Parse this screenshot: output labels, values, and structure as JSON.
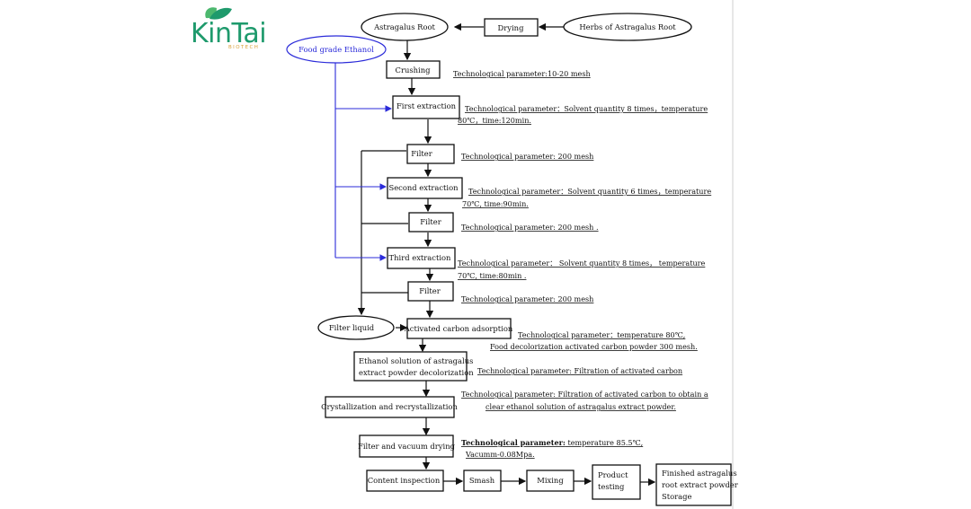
{
  "logo": {
    "brand": "KinTai",
    "sub": "BIOTECH"
  },
  "nodes": {
    "astragalus_root": "Astragalus Root",
    "drying": "Drying",
    "herbs": "Herbs of Astragalus Root",
    "ethanol": "Food grade Ethanol",
    "crushing": "Crushing",
    "first_extraction": "First extraction",
    "filter1": "Filter",
    "second_extraction": "Second extraction",
    "filter2": "Filter",
    "third_extraction": "Third extraction",
    "filter3": "Filter",
    "filter_liquid": "Filter liquid",
    "carbon_adsorption": "Activated carbon adsorption",
    "decolorization_l1": "Ethanol solution of astragalus",
    "decolorization_l2": "extract powder decolorization",
    "crystallization": "Crystallization and recrystallization",
    "vacuum_drying": "Filter and vacuum drying",
    "content_inspection": "Content inspection",
    "smash": "Smash",
    "mixing": "Mixing",
    "product_testing_l1": "Product",
    "product_testing_l2": "testing",
    "finished_l1": "Finished astragalus",
    "finished_l2": "root extract powder",
    "finished_l3": "Storage"
  },
  "params": {
    "crushing": "Technological parameter:10-20 mesh",
    "first_l1": "Technological parameter：Solvent quantity 8 times，temperature",
    "first_l2": "80℃，time:120min.",
    "filter1": "Technological parameter: 200 mesh",
    "second_l1": "Technological parameter：Solvent quantity 6 times，temperature",
    "second_l2": "70℃, time:90min.",
    "filter2": "Technological parameter: 200 mesh .",
    "third_l1": "Technological parameter： Solvent quantity 8 times， temperature",
    "third_l2": "70℃, time:80min .",
    "filter3": "Technological parameter: 200 mesh",
    "carbon_l1": "Technological parameter：temperature 80℃,",
    "carbon_l2": "Food decolorization activated carbon powder 300 mesh.",
    "decolorization": "Technological parameter: Filtration of activated carbon",
    "cryst_l1": "Technological parameter: Filtration of activated carbon to obtain a",
    "cryst_l2": "clear ethanol solution of astragalus extract powder.",
    "vacuum_label": "Technological parameter:",
    "vacuum_l1": " temperature 85.5℃,",
    "vacuum_l2": "Vacumm-0.08Mpa."
  },
  "colors": {
    "ethanol_line": "#2b2bd9",
    "logo_green": "#1e9a6c",
    "logo_gold": "#d9a13a"
  }
}
